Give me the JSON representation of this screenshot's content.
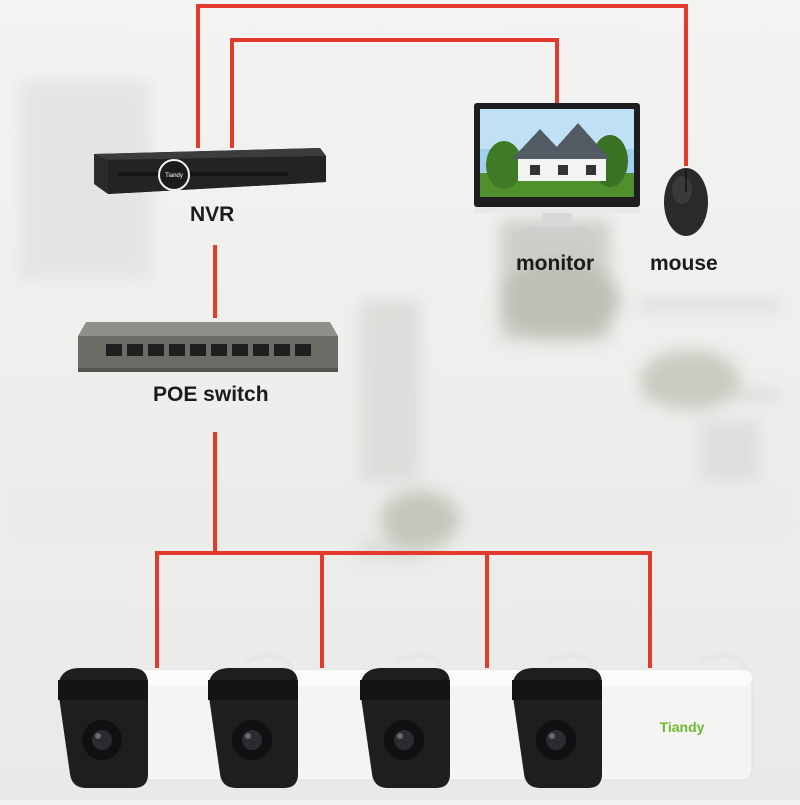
{
  "nodes": {
    "nvr": {
      "label": "NVR",
      "logo_text": "Tiandy"
    },
    "monitor": {
      "label": "monitor"
    },
    "mouse": {
      "label": "mouse"
    },
    "poe_switch": {
      "label": "POE switch"
    },
    "cameras": [
      {
        "id": "camera-1",
        "logo_text": ""
      },
      {
        "id": "camera-2",
        "logo_text": ""
      },
      {
        "id": "camera-3",
        "logo_text": ""
      },
      {
        "id": "camera-4",
        "logo_text": "Tiandy"
      }
    ]
  },
  "edges": [
    {
      "from": "nvr",
      "to": "mouse"
    },
    {
      "from": "nvr",
      "to": "monitor"
    },
    {
      "from": "nvr",
      "to": "poe_switch"
    },
    {
      "from": "poe_switch",
      "to": "camera-1"
    },
    {
      "from": "poe_switch",
      "to": "camera-2"
    },
    {
      "from": "poe_switch",
      "to": "camera-3"
    },
    {
      "from": "poe_switch",
      "to": "camera-4"
    }
  ],
  "colors": {
    "wire": "#e23a2c",
    "accent_logo": "#6dbb2f",
    "background": "#f1f2f1"
  }
}
